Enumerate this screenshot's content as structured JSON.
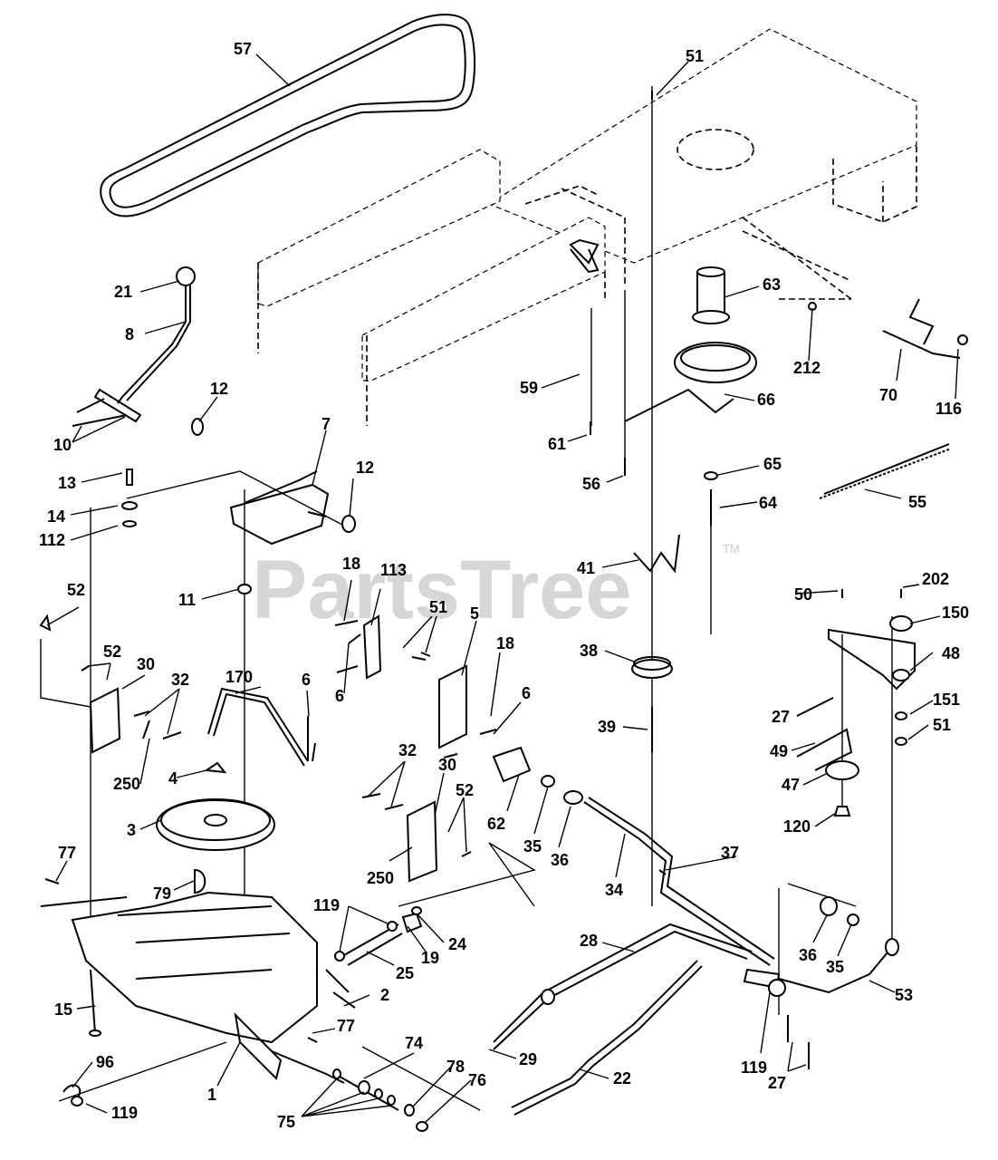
{
  "watermark": {
    "text": "PartsTree",
    "trademark": "TM"
  },
  "callouts": [
    "57",
    "51",
    "21",
    "8",
    "63",
    "212",
    "70",
    "116",
    "59",
    "66",
    "12",
    "10",
    "61",
    "7",
    "56",
    "65",
    "13",
    "14",
    "112",
    "12",
    "64",
    "55",
    "18",
    "113",
    "41",
    "52",
    "51",
    "5",
    "18",
    "11",
    "52",
    "30",
    "32",
    "6",
    "6",
    "6",
    "170",
    "50",
    "202",
    "150",
    "48",
    "38",
    "39",
    "27",
    "151",
    "51",
    "49",
    "47",
    "4",
    "250",
    "32",
    "30",
    "52",
    "3",
    "120",
    "77",
    "79",
    "250",
    "62",
    "35",
    "36",
    "34",
    "37",
    "119",
    "24",
    "19",
    "25",
    "28",
    "2",
    "15",
    "77",
    "29",
    "22",
    "96",
    "1",
    "119",
    "74",
    "78",
    "76",
    "75",
    "36",
    "35",
    "53",
    "119",
    "27"
  ]
}
